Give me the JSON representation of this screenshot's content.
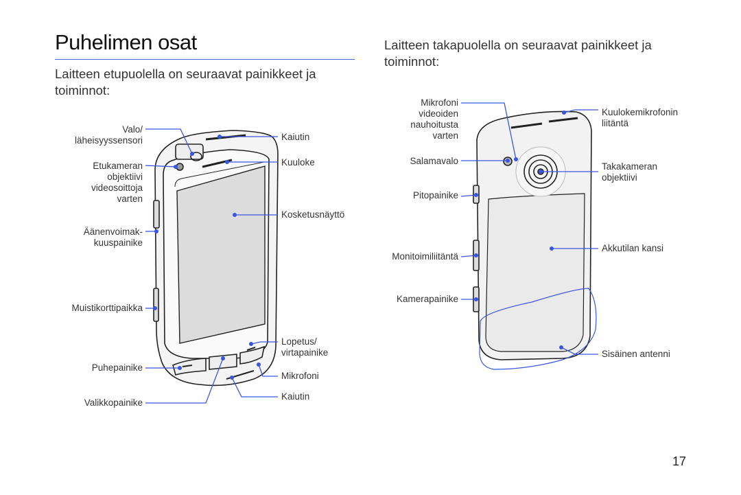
{
  "title": "Puhelimen osat",
  "front": {
    "intro": "Laitteen etupuolella on seuraavat painikkeet ja toiminnot:",
    "labels": {
      "light_sensor_1": "Valo/",
      "light_sensor_2": "läheisyyssensori",
      "front_camera_1": "Etukameran",
      "front_camera_2": "objektiivi",
      "front_camera_3": "videosoittoja",
      "front_camera_4": "varten",
      "volume_1": "Äänenvoimak-",
      "volume_2": "kuuspainike",
      "memory_card": "Muistikorttipaikka",
      "call_key": "Puhepainike",
      "menu_key": "Valikkopainike",
      "speaker_top": "Kaiutin",
      "earpiece": "Kuuloke",
      "touchscreen": "Kosketusnäyttö",
      "end_power_1": "Lopetus/",
      "end_power_2": "virtapainike",
      "microphone": "Mikrofoni",
      "speaker_bottom": "Kaiutin"
    }
  },
  "back": {
    "intro": "Laitteen takapuolella on seuraavat painikkeet ja toiminnot:",
    "labels": {
      "mic_1": "Mikrofoni",
      "mic_2": "videoiden",
      "mic_3": "nauhoitusta",
      "mic_4": "varten",
      "flash": "Salamavalo",
      "hold_key": "Pitopainike",
      "multifunction": "Monitoimiliitäntä",
      "camera_key": "Kamerapainike",
      "headset_1": "Kuulokemikrofonin",
      "headset_2": "liitäntä",
      "rear_camera_1": "Takakameran",
      "rear_camera_2": "objektiivi",
      "battery_cover": "Akkutilan kansi",
      "antenna": "Sisäinen antenni"
    }
  },
  "page_number": "17",
  "colors": {
    "accent": "#3a55e0",
    "outline": "#222222"
  }
}
